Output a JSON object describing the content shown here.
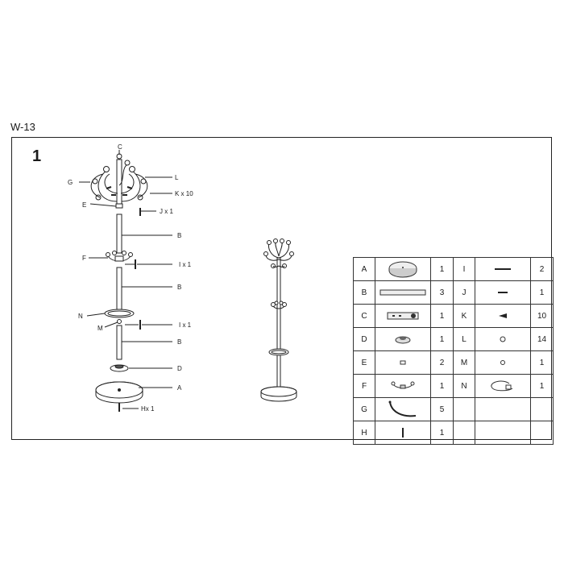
{
  "model": "W-13",
  "step": "1",
  "callouts": {
    "c": "C",
    "l": "L",
    "g": "G",
    "k": "K x 10",
    "e": "E",
    "j": "J x 1",
    "b1": "B",
    "f": "F",
    "i1": "I x 1",
    "b2": "B",
    "n": "N",
    "m": "M",
    "i2": "I x 1",
    "b3": "B",
    "d": "D",
    "a": "A",
    "h": "Hx 1"
  },
  "parts_left": [
    {
      "letter": "A",
      "qty": "1",
      "icon": "round-base-icon"
    },
    {
      "letter": "B",
      "qty": "3",
      "icon": "tube-icon"
    },
    {
      "letter": "C",
      "qty": "1",
      "icon": "top-connector-icon"
    },
    {
      "letter": "D",
      "qty": "1",
      "icon": "base-cap-icon"
    },
    {
      "letter": "E",
      "qty": "2",
      "icon": "small-sleeve-icon"
    },
    {
      "letter": "F",
      "qty": "1",
      "icon": "hook-holder-icon"
    },
    {
      "letter": "G",
      "qty": "5",
      "icon": "curved-hook-icon"
    },
    {
      "letter": "H",
      "qty": "1",
      "icon": "long-bolt-icon"
    }
  ],
  "parts_right": [
    {
      "letter": "I",
      "qty": "2",
      "icon": "threaded-rod-icon"
    },
    {
      "letter": "J",
      "qty": "1",
      "icon": "short-rod-icon"
    },
    {
      "letter": "K",
      "qty": "10",
      "icon": "cone-tip-icon"
    },
    {
      "letter": "L",
      "qty": "14",
      "icon": "ball-knob-icon"
    },
    {
      "letter": "M",
      "qty": "1",
      "icon": "small-ball-icon"
    },
    {
      "letter": "N",
      "qty": "1",
      "icon": "umbrella-ring-icon"
    },
    {
      "letter": "",
      "qty": "",
      "icon": ""
    },
    {
      "letter": "",
      "qty": "",
      "icon": ""
    }
  ]
}
